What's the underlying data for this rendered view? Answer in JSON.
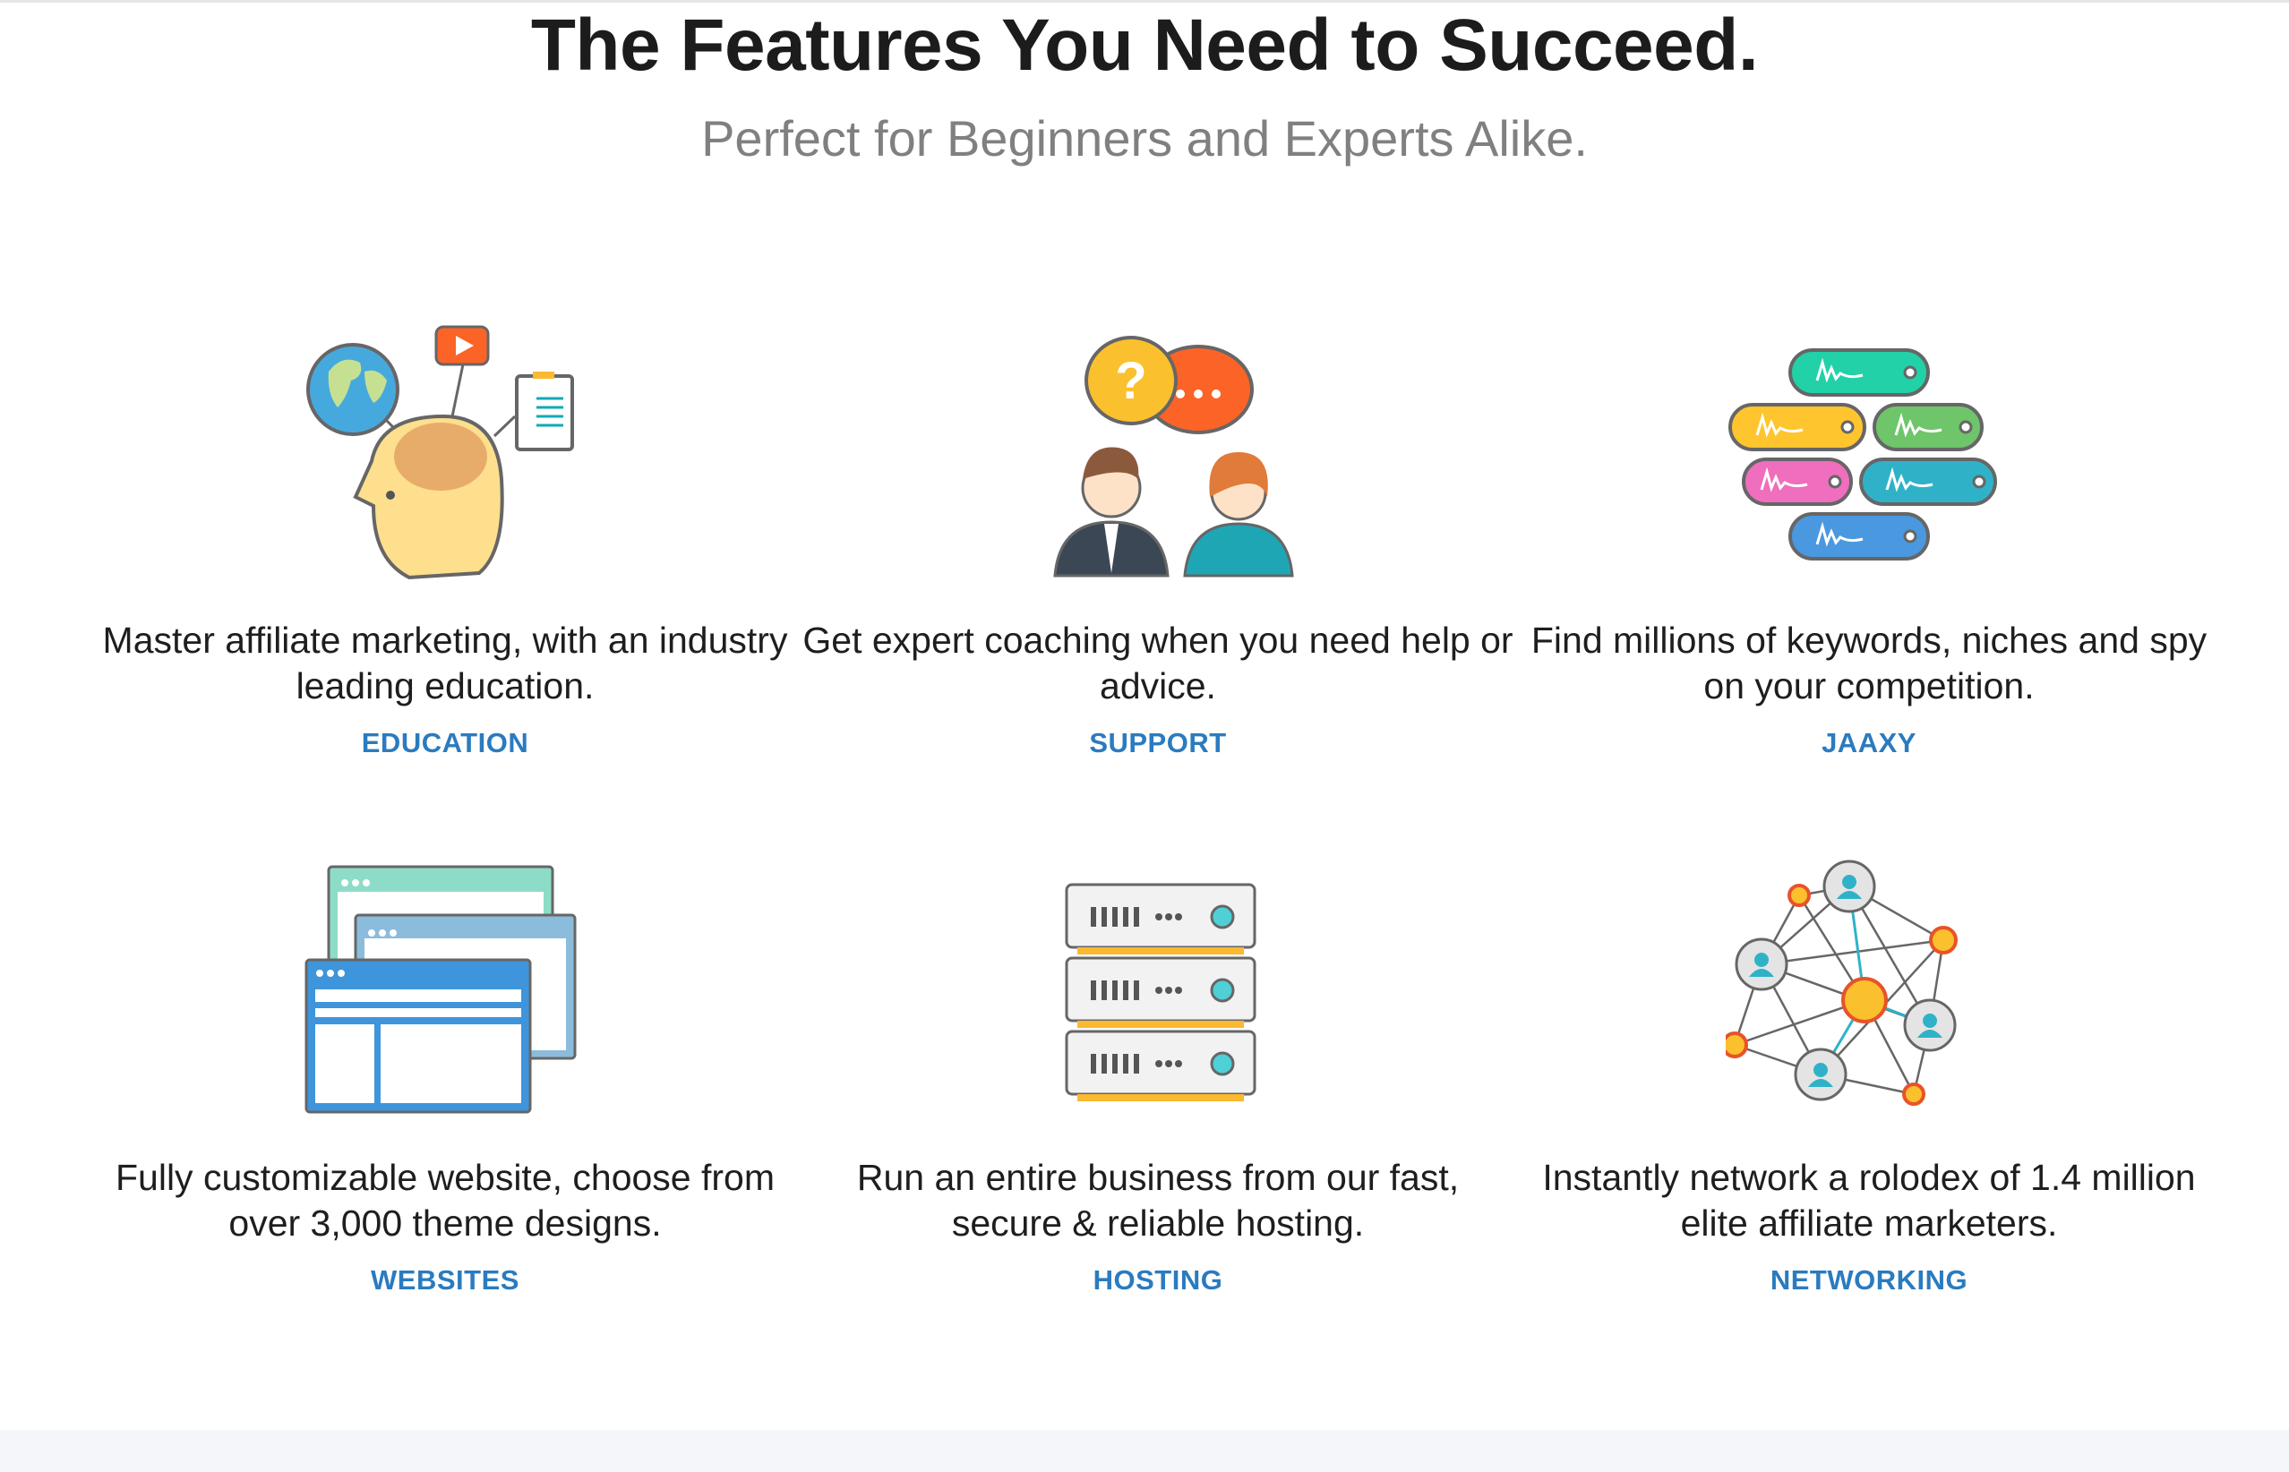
{
  "header": {
    "title": "The Features You Need to Succeed.",
    "subtitle": "Perfect for Beginners and Experts Alike."
  },
  "features": [
    {
      "icon": "brain-education-icon",
      "description": "Master affiliate marketing, with an industry leading education.",
      "label": "EDUCATION"
    },
    {
      "icon": "chat-support-icon",
      "description": "Get expert coaching when you need help or advice.",
      "label": "SUPPORT"
    },
    {
      "icon": "keyword-tags-icon",
      "description": "Find millions of keywords, niches and spy on your competition.",
      "label": "JAAXY"
    },
    {
      "icon": "website-windows-icon",
      "description": "Fully customizable website, choose from over 3,000 theme designs.",
      "label": "WEBSITES"
    },
    {
      "icon": "server-hosting-icon",
      "description": "Run an entire business from our fast, secure & reliable hosting.",
      "label": "HOSTING"
    },
    {
      "icon": "network-nodes-icon",
      "description": "Instantly network a rolodex of 1.4 million elite affiliate marketers.",
      "label": "NETWORKING"
    }
  ],
  "colors": {
    "accent": "#2a7bbf",
    "title": "#1c1c1c",
    "subtitle": "#808080"
  }
}
